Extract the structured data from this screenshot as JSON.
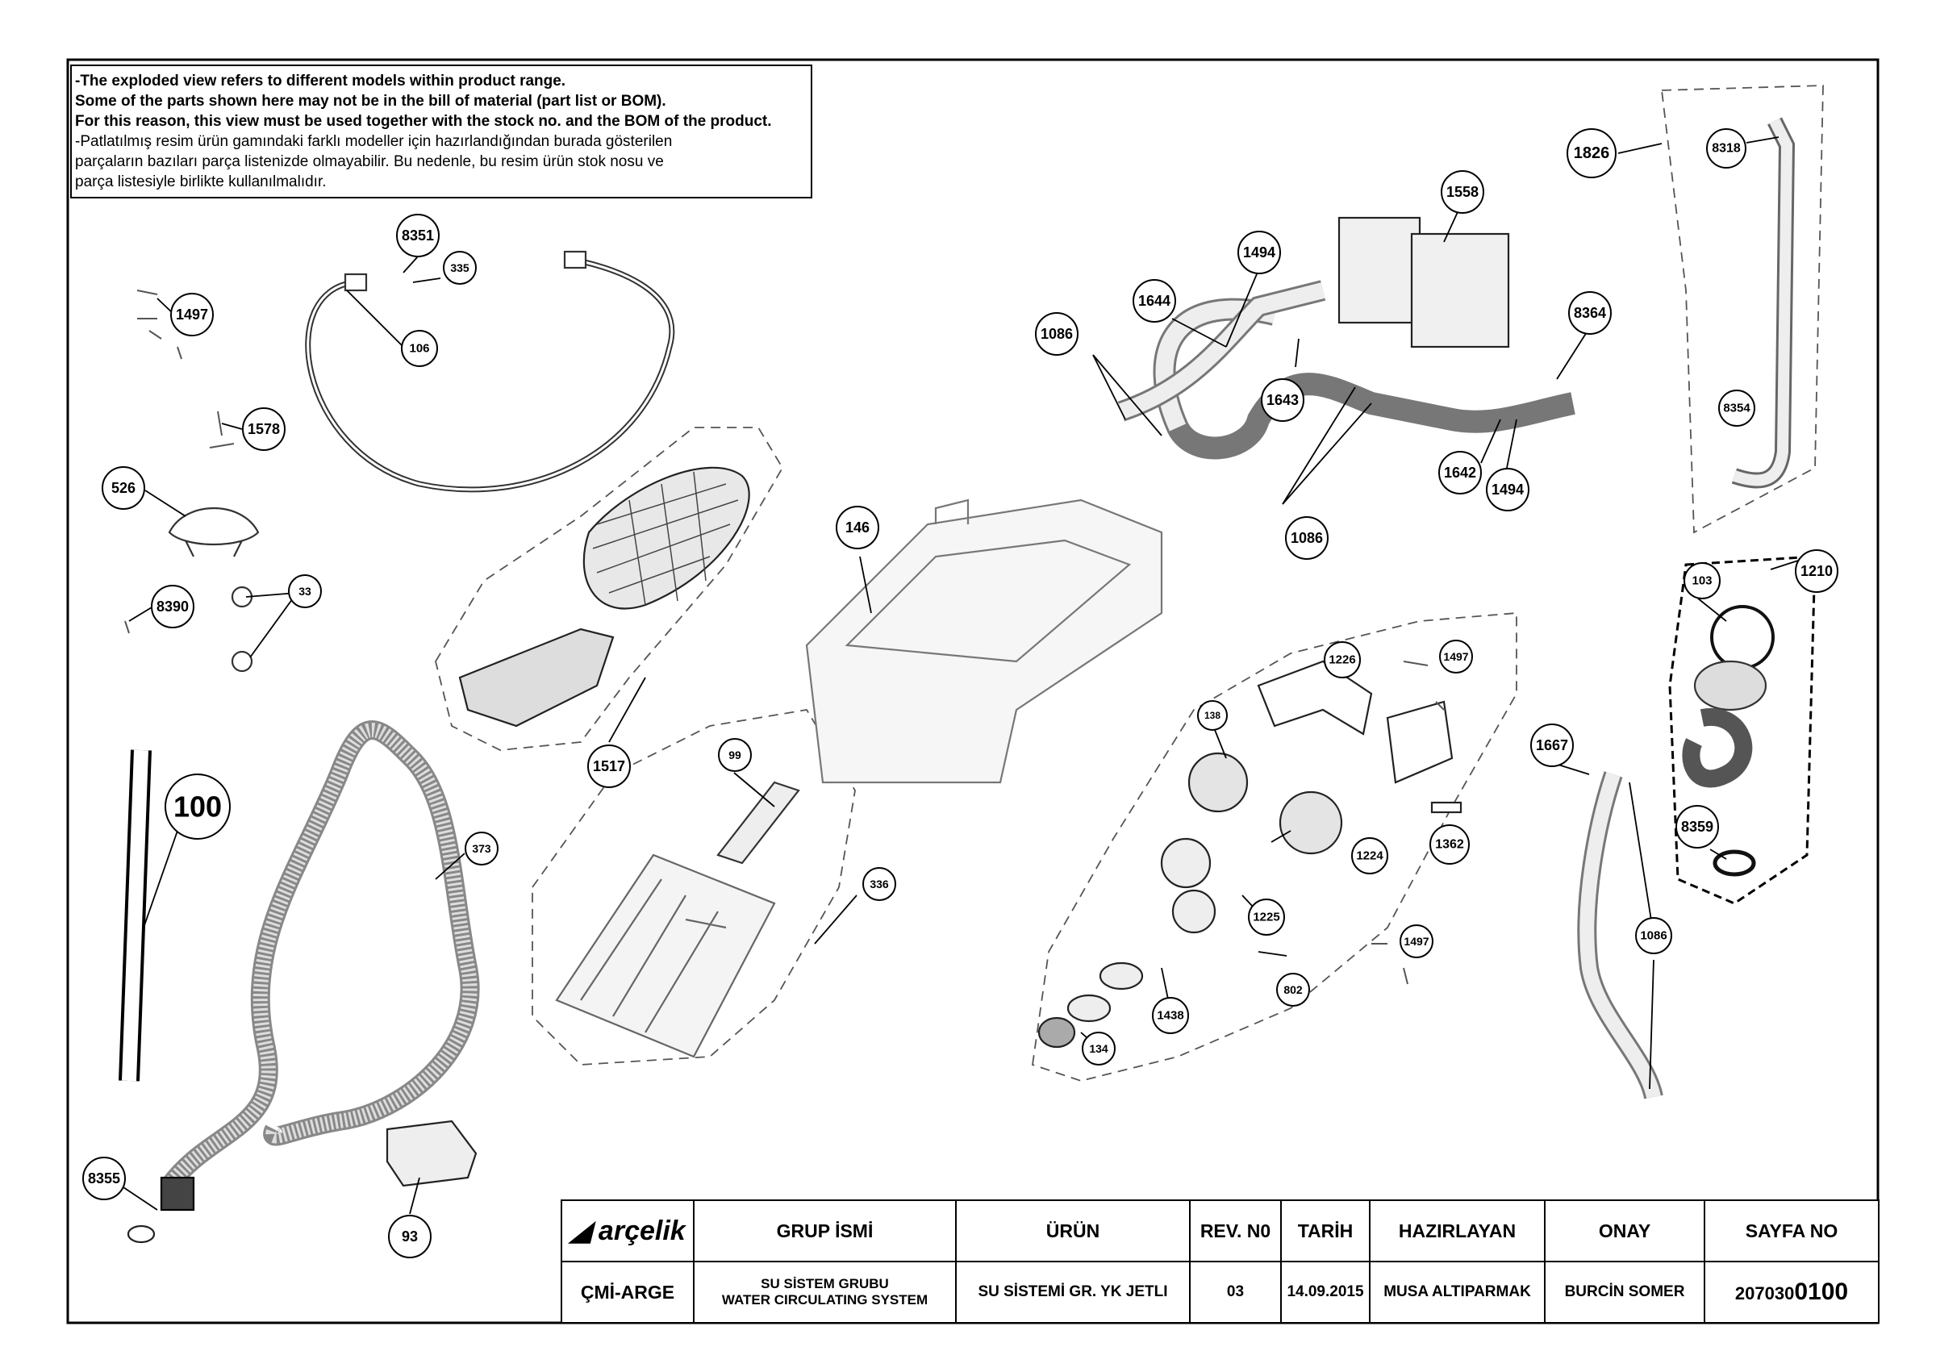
{
  "note": {
    "en_lines": [
      "-The exploded view refers to different models within product range.",
      " Some of the parts shown here may not be in the bill of material (part list or BOM).",
      " For this reason, this view must be used together with the stock no. and the BOM of the product."
    ],
    "tr_lines": [
      "-Patlatılmış resim ürün gamındaki farklı modeller için hazırlandığından burada gösterilen",
      " parçaların bazıları parça listenizde olmayabilir. Bu nedenle, bu resim ürün stok nosu ve",
      " parça listesiyle birlikte kullanılmalıdır."
    ]
  },
  "title_block": {
    "logo": "arçelik",
    "headers": {
      "group": "GRUP İSMİ",
      "product": "ÜRÜN",
      "rev": "REV. N0",
      "date": "TARİH",
      "prepared": "HAZIRLAYAN",
      "approval": "ONAY",
      "page": "SAYFA NO"
    },
    "values": {
      "dept": "ÇMİ-ARGE",
      "group_tr": "SU SİSTEM GRUBU",
      "group_en": "WATER CIRCULATING SYSTEM",
      "product": "SU SİSTEMİ GR. YK JETLI",
      "rev": "03",
      "date": "14.09.2015",
      "prepared": "MUSA ALTIPARMAK",
      "approval": "BURCİN SOMER",
      "page_prefix": "207030",
      "page_suffix": "0100"
    }
  },
  "parts": [
    {
      "label": "8351"
    },
    {
      "label": "335"
    },
    {
      "label": "106"
    },
    {
      "label": "1497"
    },
    {
      "label": "1578"
    },
    {
      "label": "526"
    },
    {
      "label": "33"
    },
    {
      "label": "8390"
    },
    {
      "label": "100"
    },
    {
      "label": "373"
    },
    {
      "label": "8355"
    },
    {
      "label": "93"
    },
    {
      "label": "1517"
    },
    {
      "label": "146"
    },
    {
      "label": "99"
    },
    {
      "label": "336"
    },
    {
      "label": "1644"
    },
    {
      "label": "1494"
    },
    {
      "label": "1558"
    },
    {
      "label": "1086"
    },
    {
      "label": "1643"
    },
    {
      "label": "8364"
    },
    {
      "label": "1642"
    },
    {
      "label": "1494"
    },
    {
      "label": "1086"
    },
    {
      "label": "1826"
    },
    {
      "label": "8318"
    },
    {
      "label": "8354"
    },
    {
      "label": "1210"
    },
    {
      "label": "103"
    },
    {
      "label": "8359"
    },
    {
      "label": "1667"
    },
    {
      "label": "1086"
    },
    {
      "label": "1226"
    },
    {
      "label": "1497"
    },
    {
      "label": "138"
    },
    {
      "label": "1224"
    },
    {
      "label": "1362"
    },
    {
      "label": "1225"
    },
    {
      "label": "1497"
    },
    {
      "label": "802"
    },
    {
      "label": "1438"
    },
    {
      "label": "134"
    }
  ]
}
